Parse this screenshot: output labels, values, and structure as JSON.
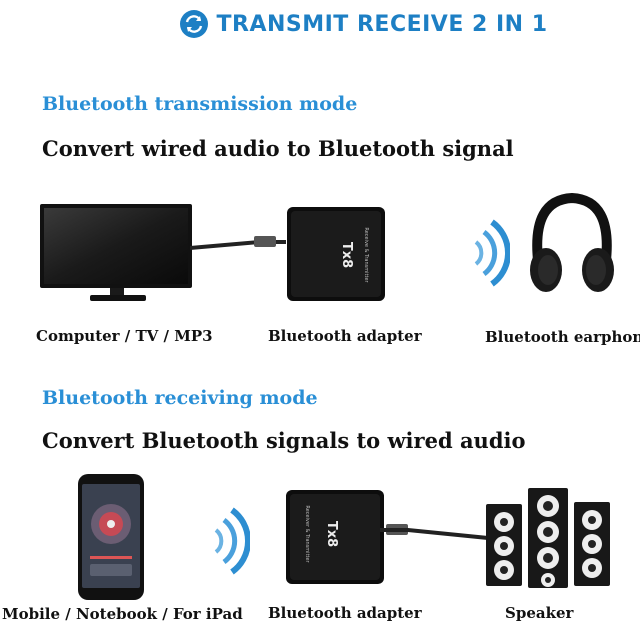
{
  "header": {
    "icon": "swap-arrows-icon",
    "title": "TRANSMIT RECEIVE 2 IN 1",
    "accent_color": "#1d7fc4"
  },
  "transmit_mode": {
    "heading": "Bluetooth transmission mode",
    "subheading": "Convert wired audio to Bluetooth signal",
    "devices": [
      {
        "label": "Computer / TV / MP3",
        "icon": "monitor-icon"
      },
      {
        "label": "Bluetooth adapter",
        "icon": "bluetooth-adapter-icon",
        "brand": "Tx8",
        "print": "Receive & Transmitter"
      },
      {
        "label": "Bluetooth earphone",
        "icon": "headphones-icon"
      }
    ]
  },
  "receive_mode": {
    "heading": "Bluetooth receiving mode",
    "subheading": "Convert Bluetooth signals to wired audio",
    "devices": [
      {
        "label": "Mobile / Notebook / For iPad",
        "icon": "smartphone-icon"
      },
      {
        "label": "Bluetooth adapter",
        "icon": "bluetooth-adapter-icon",
        "brand": "Tx8",
        "print": "Receiver & Transmitter"
      },
      {
        "label": "Speaker",
        "icon": "speaker-icon"
      }
    ]
  }
}
